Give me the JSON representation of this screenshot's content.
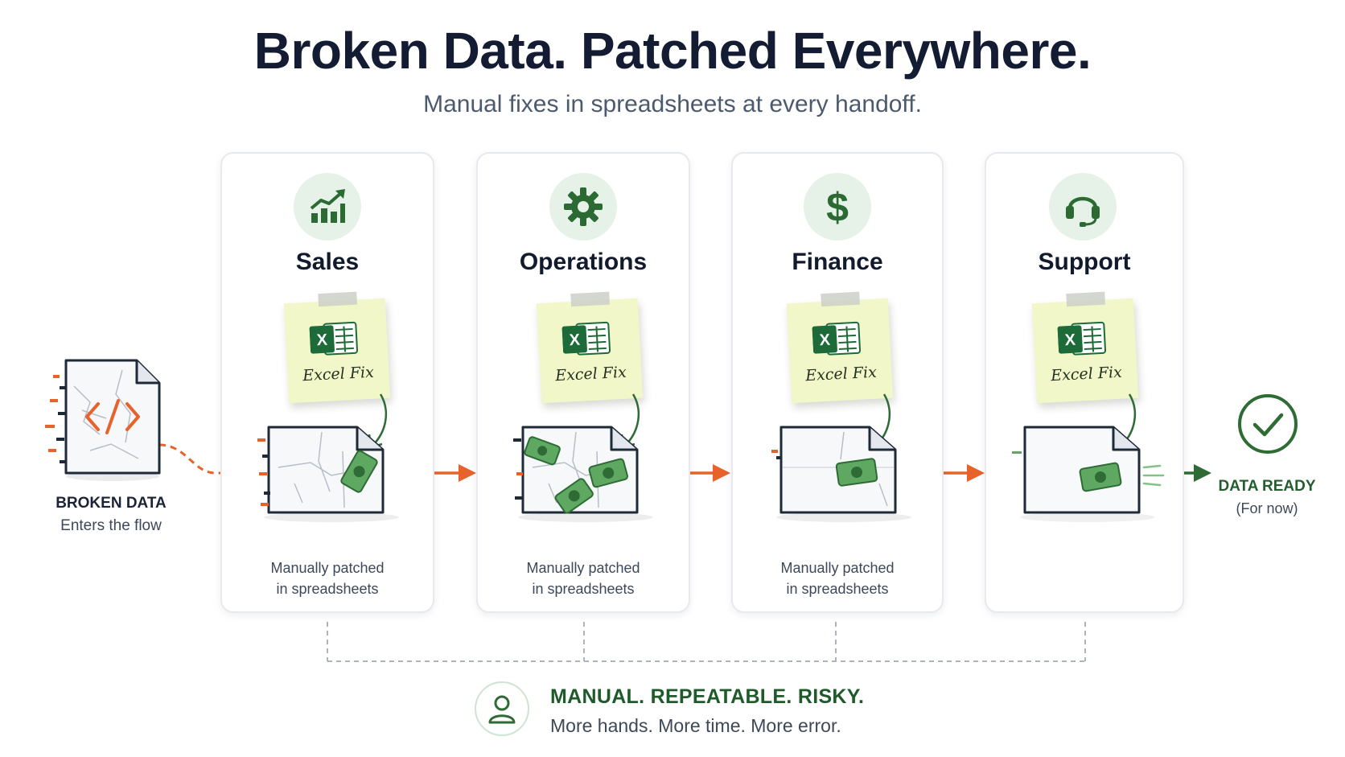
{
  "header": {
    "title": "Broken Data. Patched Everywhere.",
    "subtitle": "Manual fixes in spreadsheets at every handoff."
  },
  "source": {
    "label": "BROKEN DATA",
    "sublabel": "Enters the flow"
  },
  "stages": [
    {
      "title": "Sales",
      "icon": "bar-chart-growth-icon",
      "note": "Excel Fix",
      "caption_line1": "Manually patched",
      "caption_line2": "in spreadsheets"
    },
    {
      "title": "Operations",
      "icon": "gear-icon",
      "note": "Excel Fix",
      "caption_line1": "Manually patched",
      "caption_line2": "in spreadsheets"
    },
    {
      "title": "Finance",
      "icon": "dollar-icon",
      "note": "Excel Fix",
      "caption_line1": "Manually patched",
      "caption_line2": "in spreadsheets"
    },
    {
      "title": "Support",
      "icon": "headset-icon",
      "note": "Excel Fix",
      "caption_line1": "",
      "caption_line2": ""
    }
  ],
  "result": {
    "label": "DATA READY",
    "sublabel": "(For now)"
  },
  "footer": {
    "title": "MANUAL. REPEATABLE. RISKY.",
    "subtitle": "More hands. More time. More error."
  },
  "colors": {
    "accent_orange": "#e8622c",
    "accent_green": "#2e6b35",
    "icon_bg": "#e6f1e8",
    "note_bg": "#f1f7c9",
    "patch_green": "#5ea862"
  }
}
